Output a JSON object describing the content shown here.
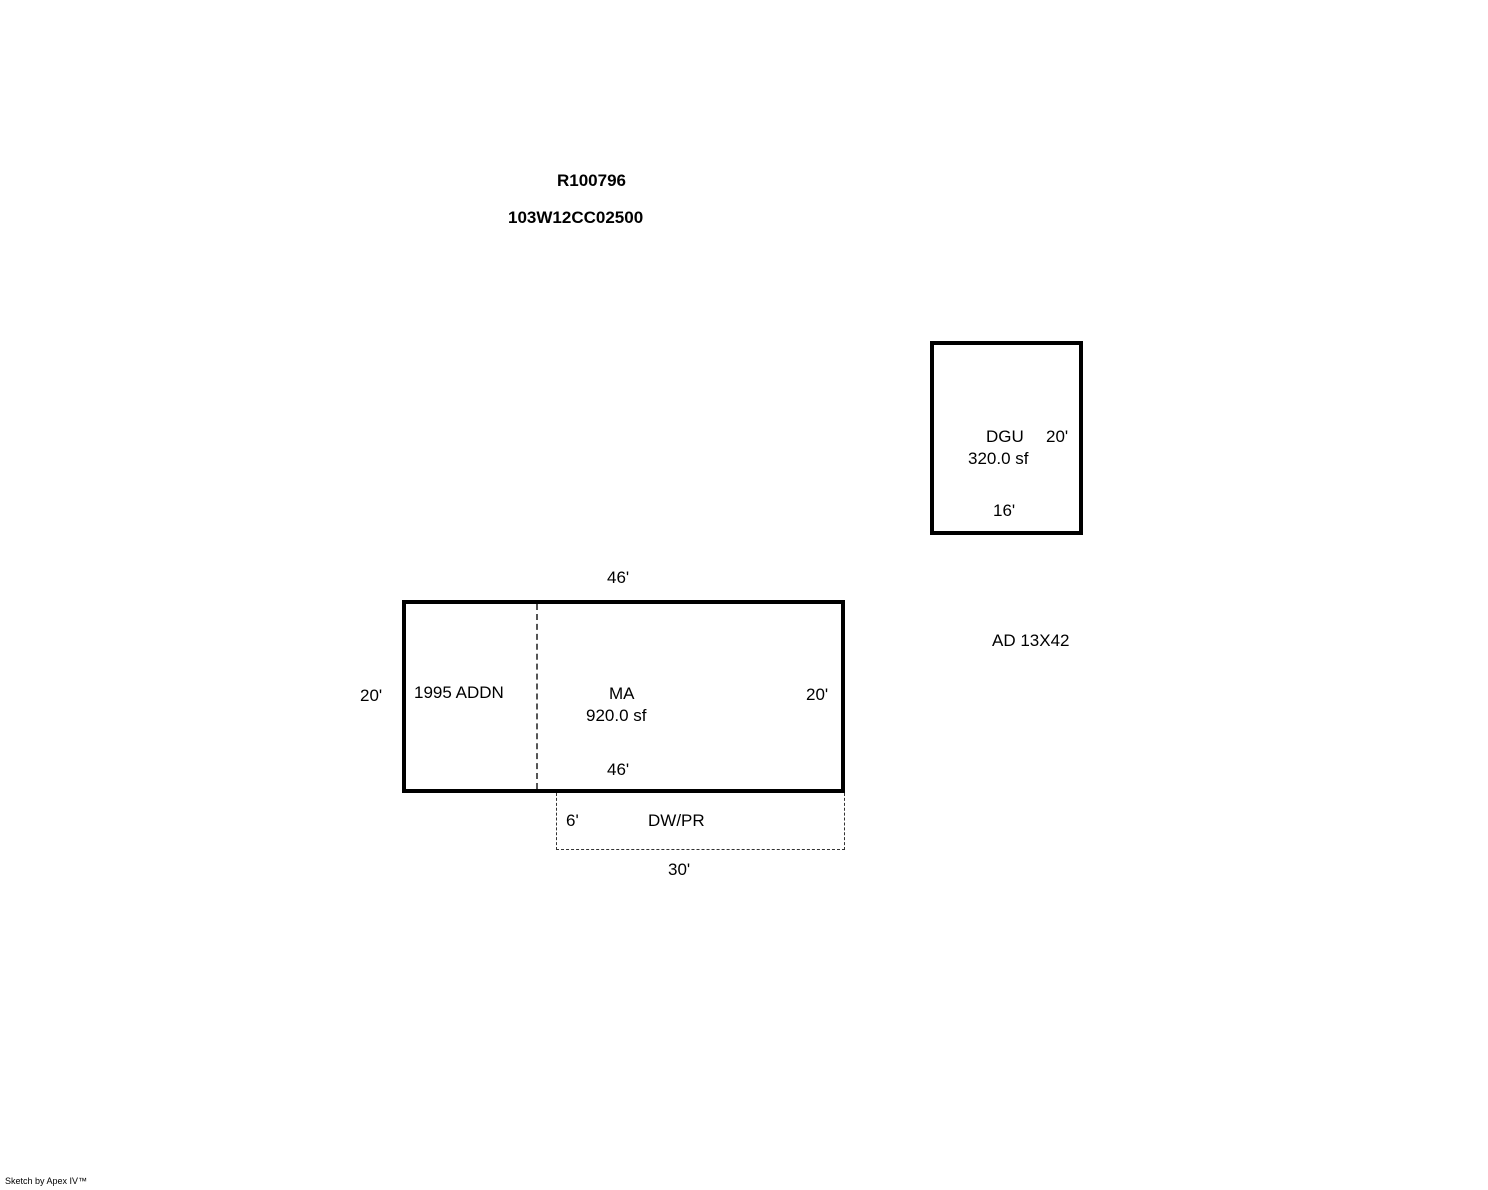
{
  "header": {
    "line1": "R100796",
    "line2": "103W12CC02500"
  },
  "dgu": {
    "label": "DGU",
    "right_dim": "20'",
    "area": "320.0 sf",
    "bottom_dim": "16'"
  },
  "main": {
    "top_dim": "46'",
    "left_dim": "20'",
    "addn_label": "1995 ADDN",
    "label": "MA",
    "area": "920.0 sf",
    "right_dim": "20'",
    "bottom_dim": "46'"
  },
  "dwpr": {
    "left_dim": "6'",
    "label": "DW/PR",
    "bottom_dim": "30'"
  },
  "ad_note": "AD 13X42",
  "footer": "Sketch by Apex IV™"
}
